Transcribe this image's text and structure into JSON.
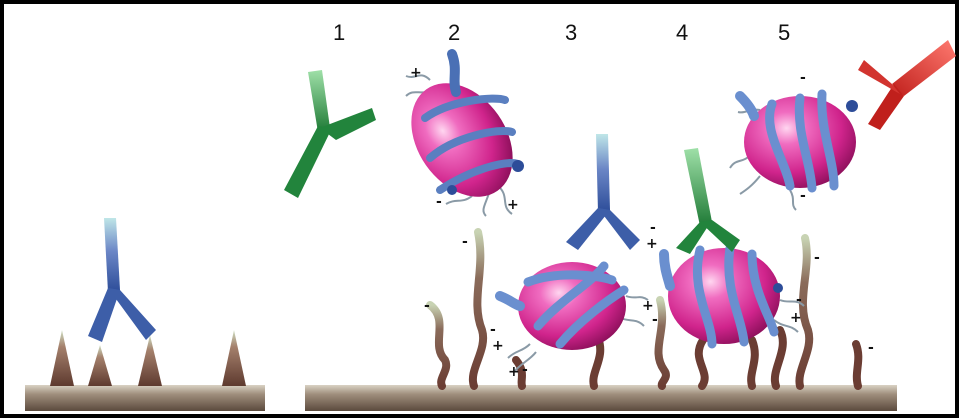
{
  "steps": {
    "s1": "1",
    "s2": "2",
    "s3": "3",
    "s4": "4",
    "s5": "5"
  },
  "charges": {
    "plus": "+",
    "minus": "-"
  },
  "colors": {
    "frame": "#000000",
    "surface": "#8a7766",
    "antibody_blue": "#3b5fa8",
    "antibody_green": "#2e8b45",
    "antibody_red": "#d2342f",
    "cell_pink": "#e0339a",
    "cell_band": "#6a8fcf",
    "polymer_brown": "#7a4b3f",
    "polymer_tip": "#b9c7a4"
  },
  "icons": [
    "y-antibody-icon",
    "cell-icon",
    "polymer-brush-icon",
    "cone-anchor-icon"
  ]
}
